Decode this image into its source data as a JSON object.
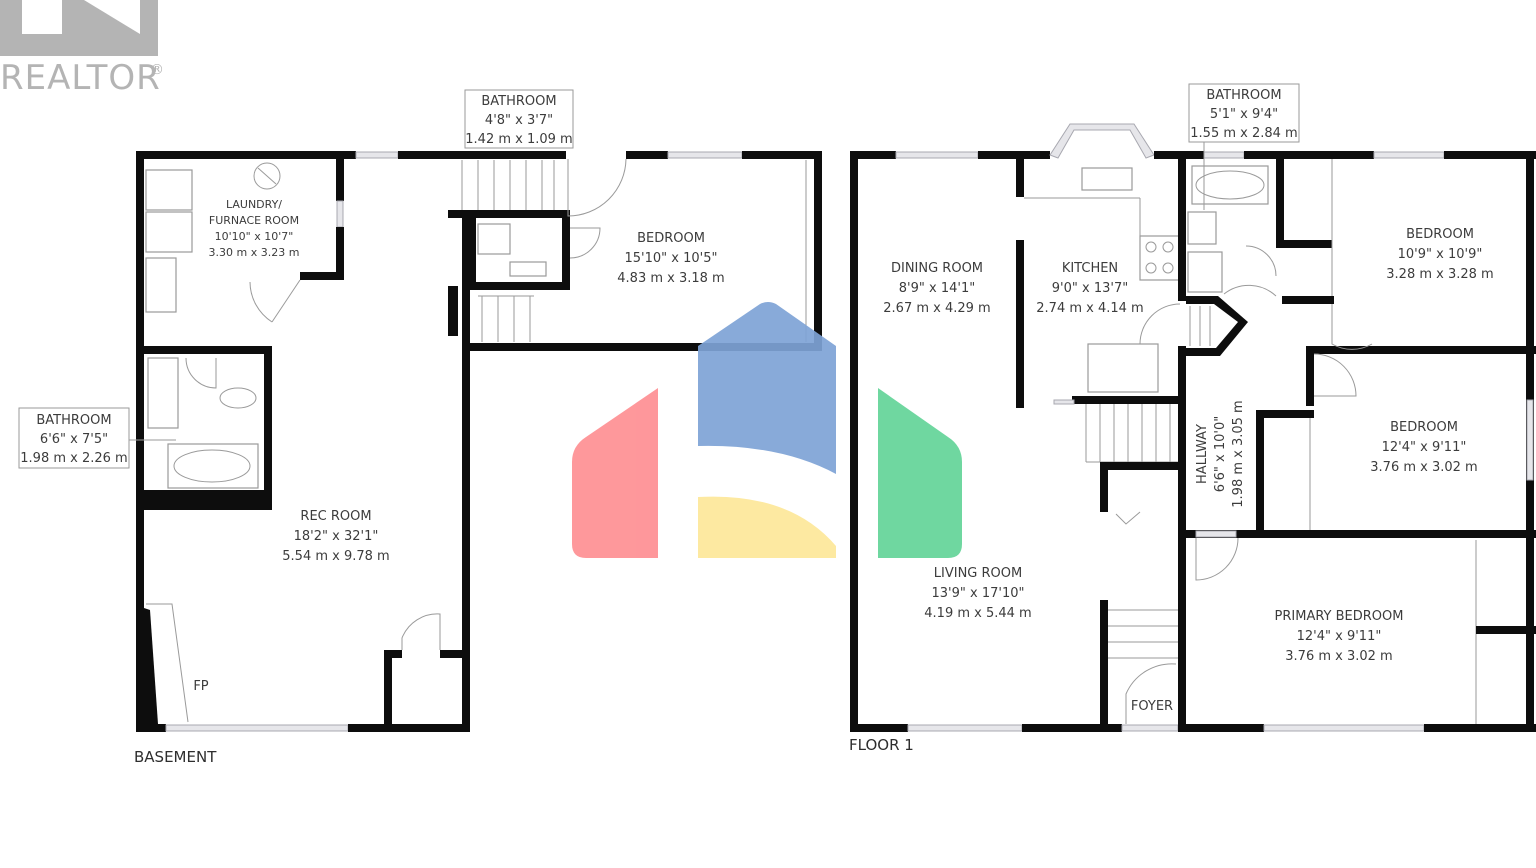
{
  "brand": {
    "name": "REALTOR",
    "mark": "®",
    "color": "#b4b4b4"
  },
  "watermark": {
    "icon": "house-logo-icon",
    "colors": {
      "red": "#fe8f93",
      "blue": "#7ea3d6",
      "yellow": "#fde89a",
      "green": "#63d498"
    }
  },
  "floors": [
    {
      "title": "BASEMENT",
      "rooms": [
        {
          "name": "LAUNDRY/",
          "name2": "FURNACE ROOM",
          "imperial": "10'10\" x 10'7\"",
          "metric": "3.30 m x 3.23 m"
        },
        {
          "name": "BATHROOM",
          "imperial": "4'8\" x 3'7\"",
          "metric": "1.42 m x 1.09 m"
        },
        {
          "name": "BEDROOM",
          "imperial": "15'10\" x 10'5\"",
          "metric": "4.83 m x 3.18 m"
        },
        {
          "name": "BATHROOM",
          "imperial": "6'6\" x 7'5\"",
          "metric": "1.98 m x 2.26 m"
        },
        {
          "name": "REC ROOM",
          "imperial": "18'2\" x 32'1\"",
          "metric": "5.54 m x 9.78 m"
        },
        {
          "name": "FP"
        }
      ]
    },
    {
      "title": "FLOOR 1",
      "rooms": [
        {
          "name": "BATHROOM",
          "imperial": "5'1\" x 9'4\"",
          "metric": "1.55 m x 2.84 m"
        },
        {
          "name": "DINING ROOM",
          "imperial": "8'9\" x 14'1\"",
          "metric": "2.67 m x 4.29 m"
        },
        {
          "name": "KITCHEN",
          "imperial": "9'0\" x 13'7\"",
          "metric": "2.74 m x 4.14 m"
        },
        {
          "name": "BEDROOM",
          "imperial": "10'9\" x 10'9\"",
          "metric": "3.28 m x 3.28 m"
        },
        {
          "name": "BEDROOM",
          "imperial": "12'4\" x 9'11\"",
          "metric": "3.76 m x 3.02 m"
        },
        {
          "name": "HALLWAY",
          "imperial": "6'6\" x 10'0\"",
          "metric": "1.98 m x 3.05 m"
        },
        {
          "name": "LIVING ROOM",
          "imperial": "13'9\" x 17'10\"",
          "metric": "4.19 m x 5.44 m"
        },
        {
          "name": "PRIMARY BEDROOM",
          "imperial": "12'4\" x 9'11\"",
          "metric": "3.76 m x 3.02 m"
        },
        {
          "name": "FOYER"
        }
      ]
    }
  ]
}
